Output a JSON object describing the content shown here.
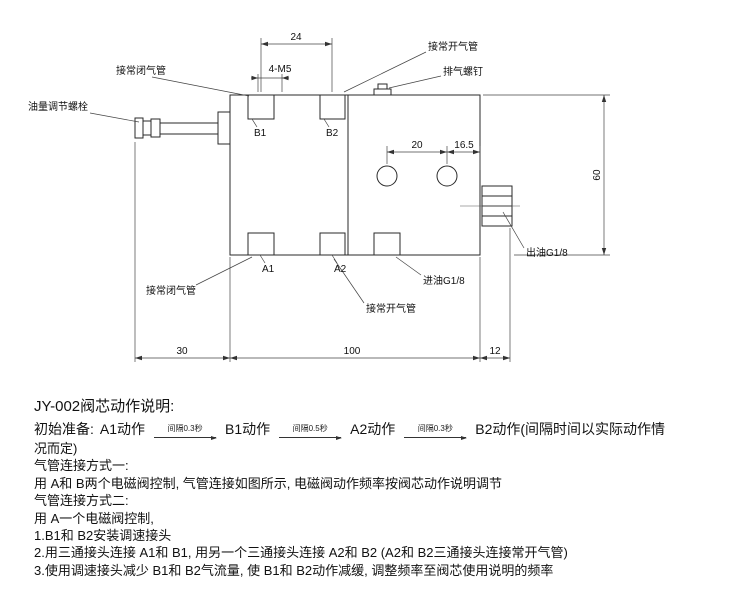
{
  "drawing": {
    "dims": {
      "top_width": "24",
      "holes": "4-M5",
      "circle_spacing": "20",
      "circle_edge": "16.5",
      "height": "60",
      "left_width": "30",
      "body_width": "100",
      "right_width": "12"
    },
    "labels": {
      "nc_pipe_top": "接常闭气管",
      "no_pipe_top": "接常开气管",
      "exhaust_screw": "排气螺钉",
      "oil_adjust_bolt": "油量调节螺栓",
      "port_b1": "B1",
      "port_b2": "B2",
      "port_a1": "A1",
      "port_a2": "A2",
      "nc_pipe_bottom": "接常闭气管",
      "no_pipe_bottom": "接常开气管",
      "oil_inlet": "进油G1/8",
      "oil_outlet": "出油G1/8"
    }
  },
  "description": {
    "title": "JY-002阀芯动作说明:",
    "prep": {
      "label": "初始准备:",
      "step_a1": "A1动作",
      "interval_1": "间隔0.3秒",
      "step_b1": "B1动作",
      "interval_2": "间隔0.5秒",
      "step_a2": "A2动作",
      "interval_3": "间隔0.3秒",
      "step_b2": "B2动作(间隔时间以实际动作情",
      "wrap": "况而定)"
    },
    "lines": [
      "气管连接方式一:",
      "用 A和 B两个电磁阀控制, 气管连接如图所示, 电磁阀动作频率按阀芯动作说明调节",
      "气管连接方式二:",
      "用 A一个电磁阀控制,",
      "1.B1和 B2安装调速接头",
      "2.用三通接头连接 A1和 B1, 用另一个三通接头连接 A2和 B2 (A2和 B2三通接头连接常开气管)",
      "3.使用调速接头减少 B1和 B2气流量, 使 B1和 B2动作减缓, 调整频率至阀芯使用说明的频率"
    ]
  }
}
